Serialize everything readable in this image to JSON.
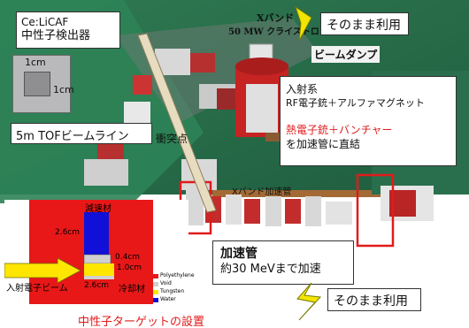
{
  "detector": {
    "title_line1": "Ce:LiCAF",
    "title_line2": "中性子検出器",
    "dim_top": "1cm",
    "dim_side": "1cm"
  },
  "tof_label": "5m TOFビームライン",
  "photo_text": {
    "xband_klystron_line1": "Xバンド",
    "xband_klystron_line2": "50 MW クライストロン",
    "xband_accel": "Xバンド加速管",
    "collision_point": "衝突点"
  },
  "top_right_label": "そのまま利用",
  "beam_dump_label": "ビームダンプ",
  "injection": {
    "line1": "入射系",
    "line2": "RF電子銃＋アルファマグネット",
    "line3_red": "熱電子銃＋バンチャー",
    "line4": "を加速管に直結"
  },
  "accelerator": {
    "title": "加速管",
    "sub": "約30 MeVまで加速"
  },
  "bottom_right_label": "そのまま利用",
  "target_caption": "中性子ターゲットの設置",
  "schematic": {
    "moderator_label": "減速材",
    "dim_height": "2.6cm",
    "dim_thin": "0.4cm",
    "dim_target": "1.0cm",
    "dim_width": "2.6cm",
    "coolant_label": "冷却材",
    "beam_label": "入射電子ビーム",
    "legend": [
      "Polyethylene",
      "Void",
      "Tungsten",
      "Water"
    ],
    "legend_colors": [
      "#e81818",
      "#cfcfcf",
      "#ffe600",
      "#1010d8"
    ]
  },
  "colors": {
    "red_outline": "#e11b1b",
    "arrow_yellow": "#f2e600",
    "red_text": "#e11b1b"
  }
}
